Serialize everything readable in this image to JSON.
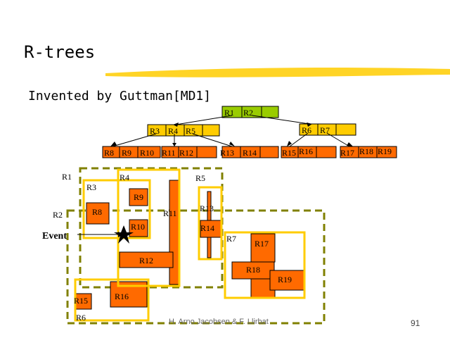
{
  "slide": {
    "title": "R-trees",
    "subtitle": "Invented by Guttman[MD1]",
    "footer": "H. Arno Jacobsen & F. Llirbat",
    "page_number": "91"
  },
  "tree": {
    "root": [
      "R1",
      "R2"
    ],
    "level1_left": [
      "R3",
      "R4",
      "R5"
    ],
    "level1_right": [
      "R6",
      "R7"
    ],
    "leaf_r3": [
      "R8",
      "R9",
      "R10"
    ],
    "leaf_r4": [
      "R11",
      "R12"
    ],
    "leaf_r5": [
      "R13",
      "R14"
    ],
    "leaf_r6": [
      "R15",
      "R16"
    ],
    "leaf_r7": [
      "R17",
      "R18",
      "R19"
    ]
  },
  "labels": {
    "R1": "R1",
    "R2": "R2",
    "R3": "R3",
    "R4": "R4",
    "R5": "R5",
    "R6": "R6",
    "R7": "R7",
    "R8": "R8",
    "R9": "R9",
    "R10": "R10",
    "R11": "R11",
    "R12": "R12",
    "R13": "R13",
    "R14": "R14",
    "R15": "R15",
    "R16": "R16",
    "R17": "R17",
    "R18": "R18",
    "R19": "R19",
    "event": "Event"
  },
  "colors": {
    "rect_fill": "#FF6A00",
    "mbr_border": "#FFCC00",
    "outer_dashed": "#808000",
    "root_fill": "#99CC00",
    "node_fill": "#FFCC00",
    "swoosh": "#FFCC00"
  }
}
